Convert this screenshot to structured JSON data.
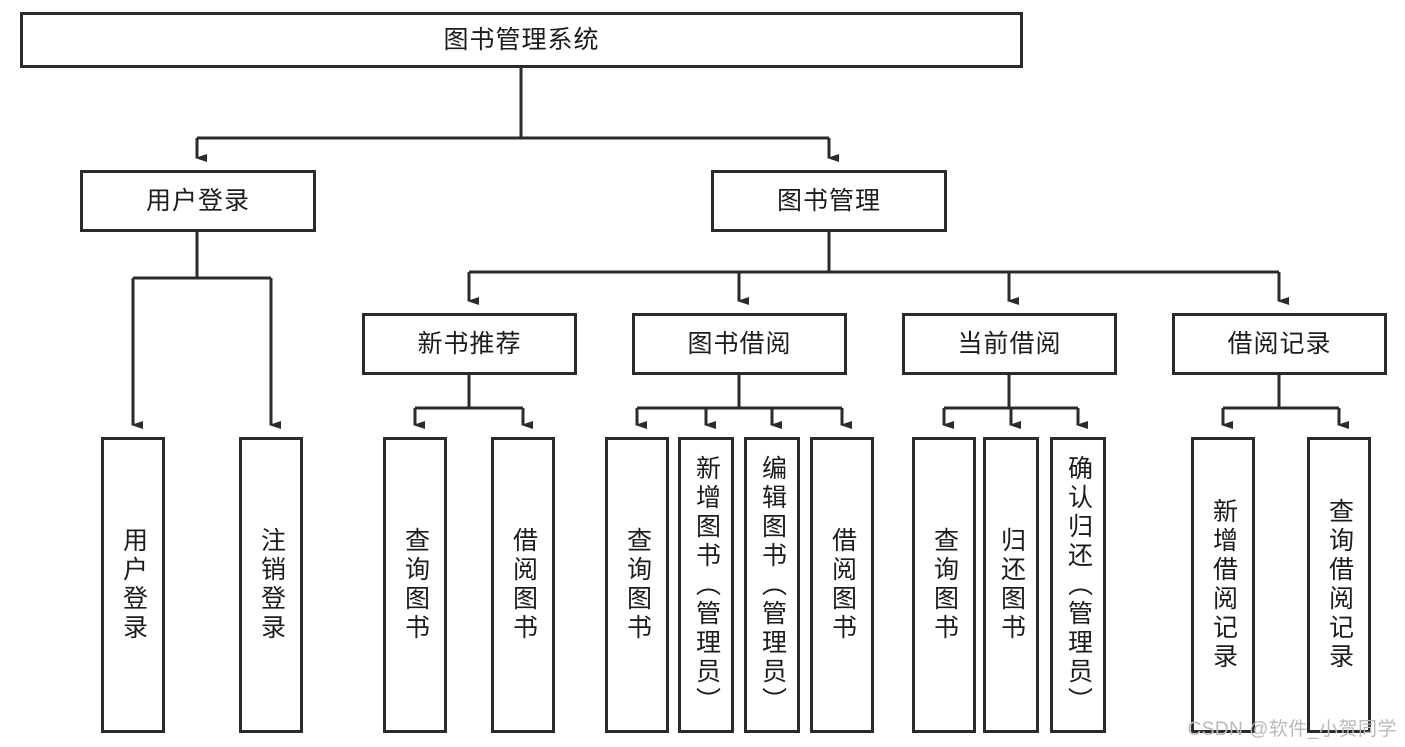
{
  "diagram": {
    "type": "tree",
    "title": "图书管理系统",
    "watermark": "CSDN @软件_小贺同学",
    "root": {
      "id": "root",
      "label": "图书管理系统",
      "orientation": "horizontal"
    },
    "level1": [
      {
        "id": "user-login",
        "label": "用户登录",
        "orientation": "horizontal"
      },
      {
        "id": "book-manage",
        "label": "图书管理",
        "orientation": "horizontal"
      }
    ],
    "level2": [
      {
        "id": "new-book-recommend",
        "label": "新书推荐",
        "parent": "book-manage",
        "orientation": "horizontal"
      },
      {
        "id": "book-borrow",
        "label": "图书借阅",
        "parent": "book-manage",
        "orientation": "horizontal"
      },
      {
        "id": "current-borrow",
        "label": "当前借阅",
        "parent": "book-manage",
        "orientation": "horizontal"
      },
      {
        "id": "borrow-record",
        "label": "借阅记录",
        "parent": "book-manage",
        "orientation": "horizontal"
      }
    ],
    "leaves": [
      {
        "id": "leaf-user-login",
        "label": "用户登录",
        "parent": "user-login",
        "orientation": "vertical"
      },
      {
        "id": "leaf-logout",
        "label": "注销登录",
        "parent": "user-login",
        "orientation": "vertical"
      },
      {
        "id": "leaf-query-book-1",
        "label": "查询图书",
        "parent": "new-book-recommend",
        "orientation": "vertical"
      },
      {
        "id": "leaf-borrow-book-1",
        "label": "借阅图书",
        "parent": "new-book-recommend",
        "orientation": "vertical"
      },
      {
        "id": "leaf-query-book-2",
        "label": "查询图书",
        "parent": "book-borrow",
        "orientation": "vertical"
      },
      {
        "id": "leaf-add-book",
        "label": "新增图书（管理员）",
        "parent": "book-borrow",
        "orientation": "vertical"
      },
      {
        "id": "leaf-edit-book",
        "label": "编辑图书（管理员）",
        "parent": "book-borrow",
        "orientation": "vertical"
      },
      {
        "id": "leaf-borrow-book-2",
        "label": "借阅图书",
        "parent": "book-borrow",
        "orientation": "vertical"
      },
      {
        "id": "leaf-query-book-3",
        "label": "查询图书",
        "parent": "current-borrow",
        "orientation": "vertical"
      },
      {
        "id": "leaf-return-book",
        "label": "归还图书",
        "parent": "current-borrow",
        "orientation": "vertical"
      },
      {
        "id": "leaf-confirm-return",
        "label": "确认归还（管理员）",
        "parent": "current-borrow",
        "orientation": "vertical"
      },
      {
        "id": "leaf-add-record",
        "label": "新增借阅记录",
        "parent": "borrow-record",
        "orientation": "vertical"
      },
      {
        "id": "leaf-query-record",
        "label": "查询借阅记录",
        "parent": "borrow-record",
        "orientation": "vertical"
      }
    ],
    "colors": {
      "stroke": "#2b2b2b",
      "fill": "#ffffff",
      "text": "#1c1c1c",
      "watermark": "#b9b9b9"
    }
  }
}
